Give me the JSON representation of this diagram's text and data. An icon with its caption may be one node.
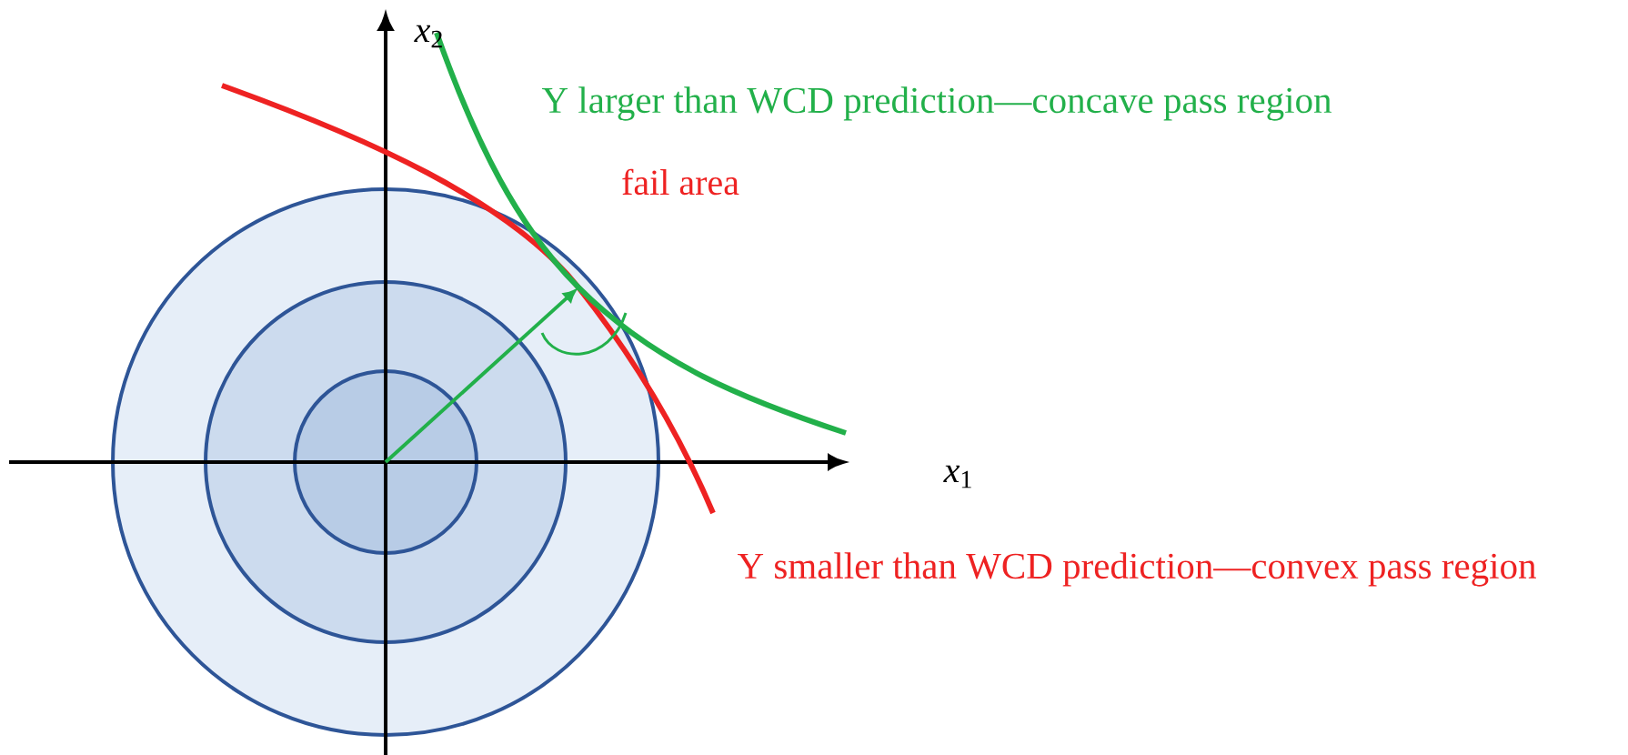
{
  "diagram": {
    "labels": [
      "*x*$_{2}$",
      "Y larger than WCD prediction—concave pass region",
      "fail area",
      "*x*$_{1}$",
      "Y smaller than WCD prediction—convex pass region"
    ]
  }
}
